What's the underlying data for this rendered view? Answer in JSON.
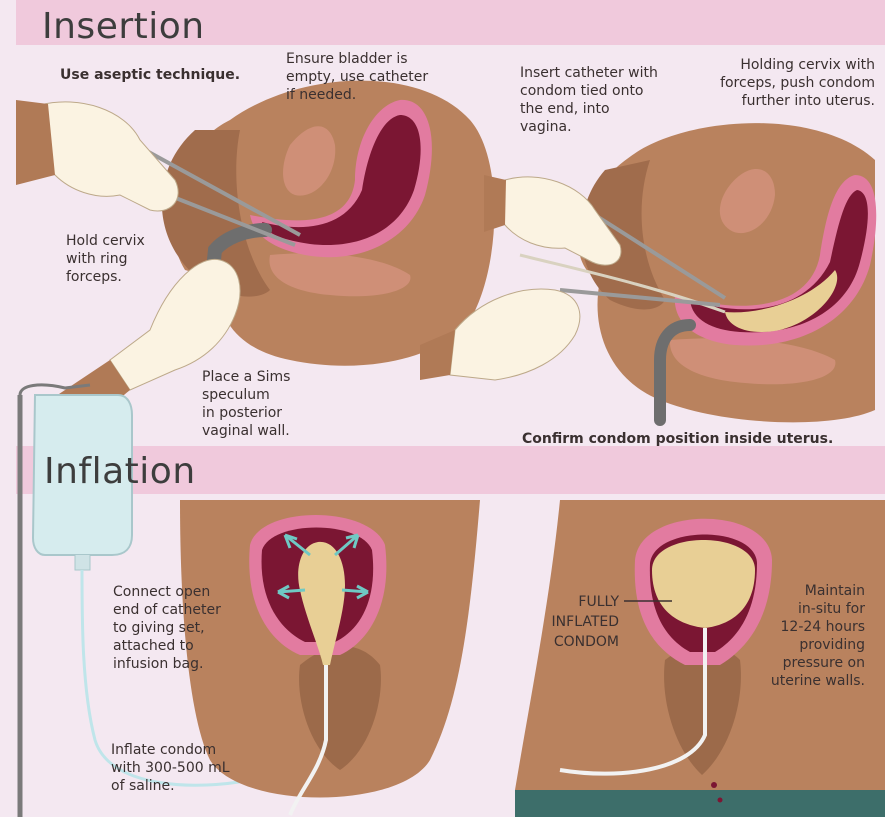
{
  "insertion": {
    "title": "Insertion",
    "step_aseptic": "Use aseptic technique.",
    "step_bladder": "Ensure bladder is\nempty, use catheter\nif needed.",
    "step_insert_catheter": "Insert catheter with\ncondom tied onto\nthe end, into\nvagina.",
    "step_push_condom": "Holding cervix with\nforceps, push condom\nfurther into uterus.",
    "step_hold_cervix": "Hold cervix\nwith ring\nforceps.",
    "step_speculum": "Place a Sims\nspeculum\nin posterior\nvaginal wall.",
    "step_confirm": "Confirm condom position inside uterus."
  },
  "inflation": {
    "title": "Inflation",
    "step_connect": "Connect open\nend of catheter\nto giving set,\nattached to\ninfusion bag.",
    "step_inflate": "Inflate condom\nwith 300-500 mL\nof saline.",
    "label_fully_inflated": "FULLY\nINFLATED\nCONDOM",
    "step_maintain": "Maintain\nin-situ for\n12-24 hours\nproviding\npressure on\nuterine walls."
  },
  "colors": {
    "background": "#f4e8f1",
    "title_band": "#f0c9dc",
    "skin": "#b9825e",
    "skin_dark": "#9c6a4a",
    "uterus_wall": "#e27ba0",
    "uterus_cavity": "#7b1633",
    "condom": "#e8cf95",
    "glove": "#fbf3e2",
    "instrument": "#9a9a9a",
    "arrow": "#6fc9c4"
  }
}
